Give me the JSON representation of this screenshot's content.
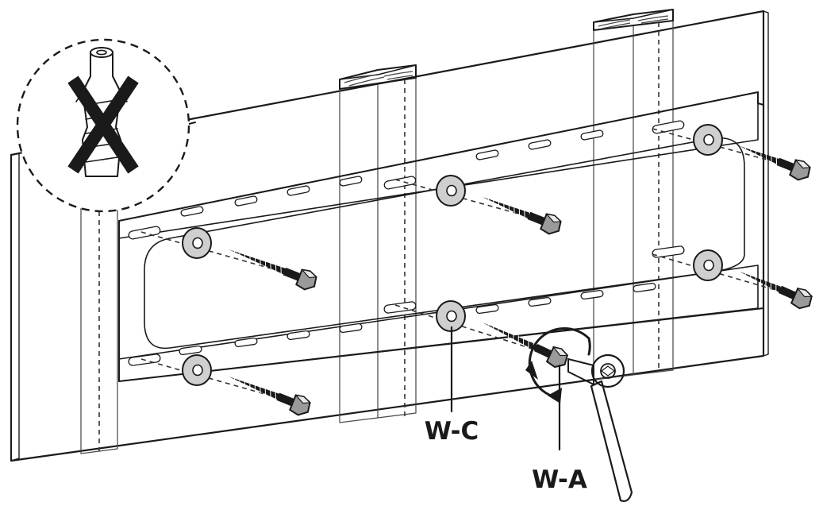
{
  "diagram": {
    "callouts": [
      {
        "id": "washer",
        "label": "W-C"
      },
      {
        "id": "lag-bolt",
        "label": "W-A"
      }
    ],
    "symbols": [
      "do-not-use-wall-anchor-icon",
      "rotate-clockwise-icon",
      "socket-wrench-icon",
      "lag-bolt-icon",
      "washer-icon"
    ]
  }
}
